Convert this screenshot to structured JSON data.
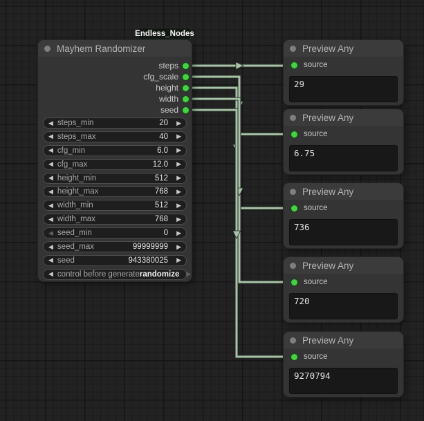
{
  "badge": {
    "label": "Endless_Nodes"
  },
  "icons": {
    "left_arrow": "◀",
    "right_arrow": "▶"
  },
  "colors": {
    "slot_green": "#41d341",
    "wire": "#a8c4a8",
    "node_bg": "#343434",
    "canvas_bg": "#222222"
  },
  "randomizer_node": {
    "title": "Mayhem Randomizer",
    "outputs": [
      {
        "name": "steps"
      },
      {
        "name": "cfg_scale"
      },
      {
        "name": "height"
      },
      {
        "name": "width"
      },
      {
        "name": "seed"
      }
    ],
    "widgets": [
      {
        "label": "steps_min",
        "value": "20"
      },
      {
        "label": "steps_max",
        "value": "40"
      },
      {
        "label": "cfg_min",
        "value": "6.0"
      },
      {
        "label": "cfg_max",
        "value": "12.0"
      },
      {
        "label": "height_min",
        "value": "512"
      },
      {
        "label": "height_max",
        "value": "768"
      },
      {
        "label": "width_min",
        "value": "512"
      },
      {
        "label": "width_max",
        "value": "768"
      },
      {
        "label": "seed_min",
        "value": "0"
      },
      {
        "label": "seed_max",
        "value": "99999999"
      },
      {
        "label": "seed",
        "value": "943380025"
      },
      {
        "label": "control before generate",
        "value": "randomize"
      }
    ]
  },
  "preview_nodes": [
    {
      "title": "Preview Any",
      "input": "source",
      "value": "29"
    },
    {
      "title": "Preview Any",
      "input": "source",
      "value": "6.75"
    },
    {
      "title": "Preview Any",
      "input": "source",
      "value": "736"
    },
    {
      "title": "Preview Any",
      "input": "source",
      "value": "720"
    },
    {
      "title": "Preview Any",
      "input": "source",
      "value": "9270794"
    }
  ]
}
